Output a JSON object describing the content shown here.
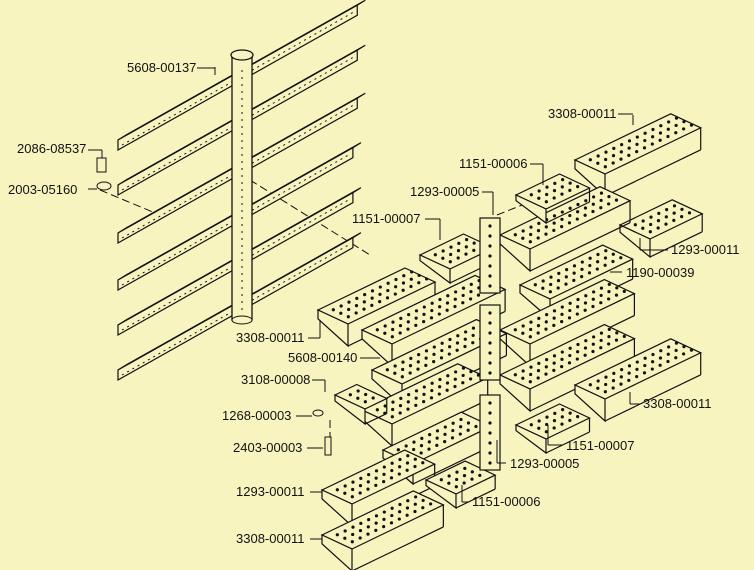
{
  "diagram": {
    "labels": [
      {
        "id": "post",
        "text": "5608-00137"
      },
      {
        "id": "fitting",
        "text": "2086-08537"
      },
      {
        "id": "elbow",
        "text": "2003-05160"
      },
      {
        "id": "tray-top-right",
        "text": "3308-00011"
      },
      {
        "id": "bracket-upper",
        "text": "1151-00006"
      },
      {
        "id": "plate-upper",
        "text": "1293-00005"
      },
      {
        "id": "bracket-left",
        "text": "1151-00007"
      },
      {
        "id": "end-tray-right",
        "text": "1293-00011"
      },
      {
        "id": "manifold",
        "text": "1190-00039"
      },
      {
        "id": "tray-left",
        "text": "3308-00011"
      },
      {
        "id": "burner",
        "text": "5608-00140"
      },
      {
        "id": "end-cap",
        "text": "3108-00008"
      },
      {
        "id": "nut",
        "text": "1268-00003"
      },
      {
        "id": "igniter",
        "text": "2403-00003"
      },
      {
        "id": "tray-bottom-right",
        "text": "3308-00011"
      },
      {
        "id": "bracket-lower",
        "text": "1151-00007"
      },
      {
        "id": "plate-lower",
        "text": "1293-00005"
      },
      {
        "id": "end-tray-left",
        "text": "1293-00011"
      },
      {
        "id": "bracket-bottom",
        "text": "1151-00006"
      },
      {
        "id": "tray-bottom",
        "text": "3308-00011"
      }
    ]
  }
}
